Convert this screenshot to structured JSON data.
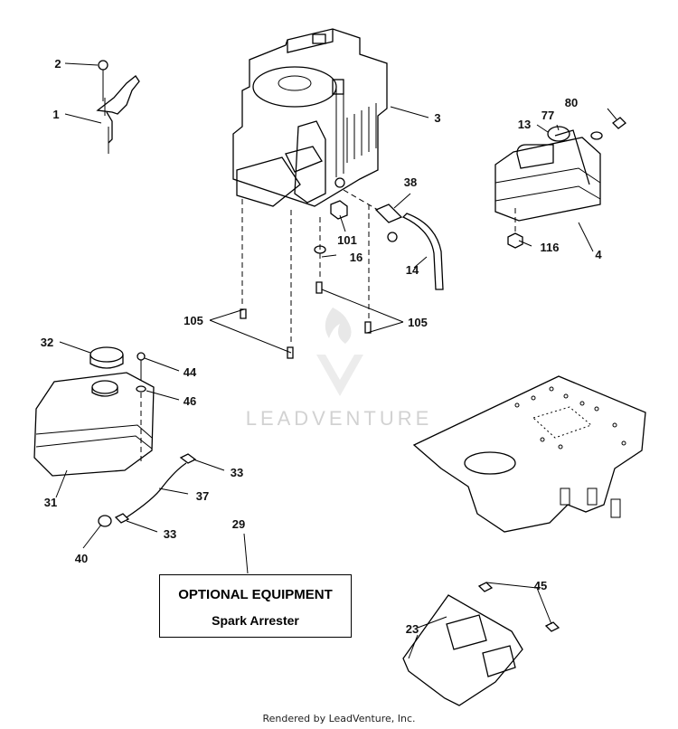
{
  "watermark": "LEADVENTURE",
  "footer": "Rendered by LeadVenture, Inc.",
  "optional_equipment": {
    "title": "OPTIONAL EQUIPMENT",
    "item": "Spark Arrester"
  },
  "callouts": {
    "c1": "1",
    "c2": "2",
    "c3": "3",
    "c4": "4",
    "c13": "13",
    "c14": "14",
    "c16": "16",
    "c23": "23",
    "c29": "29",
    "c31": "31",
    "c32": "32",
    "c33a": "33",
    "c33b": "33",
    "c37": "37",
    "c38": "38",
    "c40": "40",
    "c44": "44",
    "c45": "45",
    "c46": "46",
    "c77": "77",
    "c80": "80",
    "c101": "101",
    "c105a": "105",
    "c105b": "105",
    "c116": "116"
  }
}
